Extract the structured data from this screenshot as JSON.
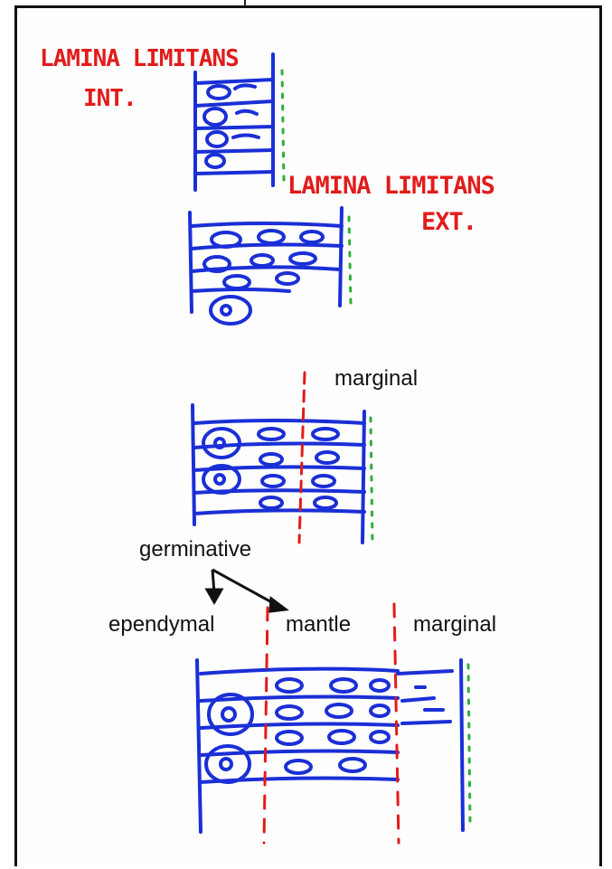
{
  "labels": {
    "lamina_int_line1": "LAMINA LIMITANS",
    "lamina_int_line2": "INT.",
    "lamina_ext_line1": "LAMINA LIMITANS",
    "lamina_ext_line2": "EXT.",
    "marginal_top": "marginal",
    "germinative": "germinative",
    "ependymal": "ependymal",
    "mantle": "mantle",
    "marginal_bottom": "marginal"
  },
  "colors": {
    "cell_ink": "#1a2fd6",
    "label_red": "#e21b1b",
    "boundary_green": "#2fae3a",
    "arrow_black": "#111111"
  }
}
